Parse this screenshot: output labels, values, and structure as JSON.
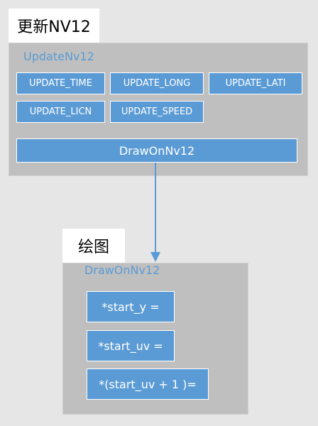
{
  "update_section": {
    "label": "更新NV12",
    "title": "UpdateNv12",
    "buttons": [
      "UPDATE_TIME",
      "UPDATE_LONG",
      "UPDATE_LATI",
      "UPDATE_LICN",
      "UPDATE_SPEED"
    ],
    "draw_button": "DrawOnNv12"
  },
  "draw_section": {
    "label": "绘图",
    "title": "DrawOnNv12",
    "statements": [
      "*start_y =",
      "*start_uv =",
      "*(start_uv + 1 )="
    ]
  },
  "colors": {
    "accent": "#5b9bd5",
    "panel": "#bfbfbf",
    "background": "#e6e6e6"
  }
}
